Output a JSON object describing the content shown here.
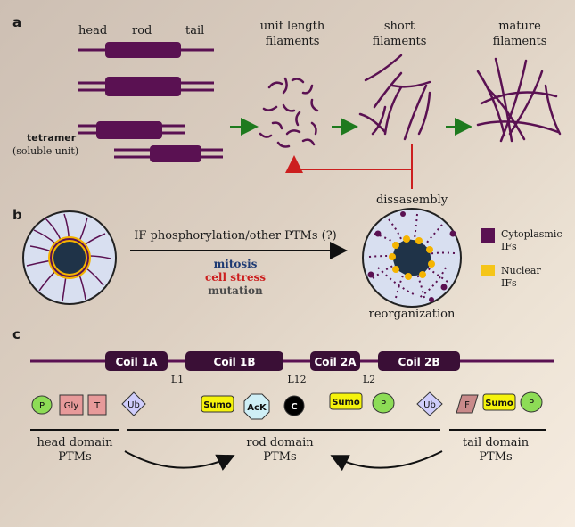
{
  "panels": {
    "a": {
      "label": "a",
      "rod_labels": {
        "head": "head",
        "rod": "rod",
        "tail": "tail"
      },
      "tetramer_label": "tetramer",
      "tetramer_sub": "(soluble unit)",
      "stages": [
        {
          "line1": "unit length",
          "line2": "filaments"
        },
        {
          "line1": "short",
          "line2": "filaments"
        },
        {
          "line1": "mature",
          "line2": "filaments"
        }
      ],
      "disassembly_label": "dissasembly"
    },
    "b": {
      "label": "b",
      "arrow_label": "IF phosphorylation/other PTMs (?)",
      "causes": [
        {
          "text": "mitosis",
          "color": "#1f3b73"
        },
        {
          "text": "cell stress",
          "color": "#cc1f1f"
        },
        {
          "text": "mutation",
          "color": "#4a4a4a"
        }
      ],
      "reorganization_label": "reorganization",
      "legend": [
        {
          "line1": "Cytoplasmic",
          "line2": "IFs",
          "color": "#5a1152"
        },
        {
          "line1": "Nuclear",
          "line2": "IFs",
          "color": "#f5c518"
        }
      ]
    },
    "c": {
      "label": "c",
      "coils": [
        "Coil 1A",
        "Coil 1B",
        "Coil 2A",
        "Coil 2B"
      ],
      "linkers": [
        "L1",
        "L12",
        "L2"
      ],
      "ptms": [
        {
          "text": "P",
          "shape": "ellipse",
          "fill": "#8ddc56"
        },
        {
          "text": "Gly",
          "shape": "rect",
          "fill": "#e79a9a"
        },
        {
          "text": "T",
          "shape": "rect",
          "fill": "#e79a9a"
        },
        {
          "text": "Ub",
          "shape": "diamond",
          "fill": "#cfcdfb"
        },
        {
          "text": "Sumo",
          "shape": "rect",
          "fill": "#f5f30c"
        },
        {
          "text": "AcK",
          "shape": "octagon",
          "fill": "#cfeff6"
        },
        {
          "text": "C",
          "shape": "circle",
          "fill": "#000000"
        },
        {
          "text": "Sumo",
          "shape": "rect",
          "fill": "#f5f30c"
        },
        {
          "text": "P",
          "shape": "ellipse",
          "fill": "#8ddc56"
        },
        {
          "text": "Ub",
          "shape": "diamond",
          "fill": "#cfcdfb"
        },
        {
          "text": "F",
          "shape": "parallelogram",
          "fill": "#c98a8a"
        },
        {
          "text": "Sumo",
          "shape": "rect",
          "fill": "#f5f30c"
        },
        {
          "text": "P",
          "shape": "ellipse",
          "fill": "#8ddc56"
        }
      ],
      "domains": [
        {
          "line1": "head domain",
          "line2": "PTMs"
        },
        {
          "line1": "rod domain",
          "line2": "PTMs"
        },
        {
          "line1": "tail domain",
          "line2": "PTMs"
        }
      ]
    }
  },
  "colors": {
    "filament": "#5a1152",
    "arrow_green": "#1e7a1e",
    "arrow_red": "#cc1f1f",
    "nucleus": "#1f3348",
    "ring": "#f5b400",
    "cell": "#d8dff0"
  }
}
